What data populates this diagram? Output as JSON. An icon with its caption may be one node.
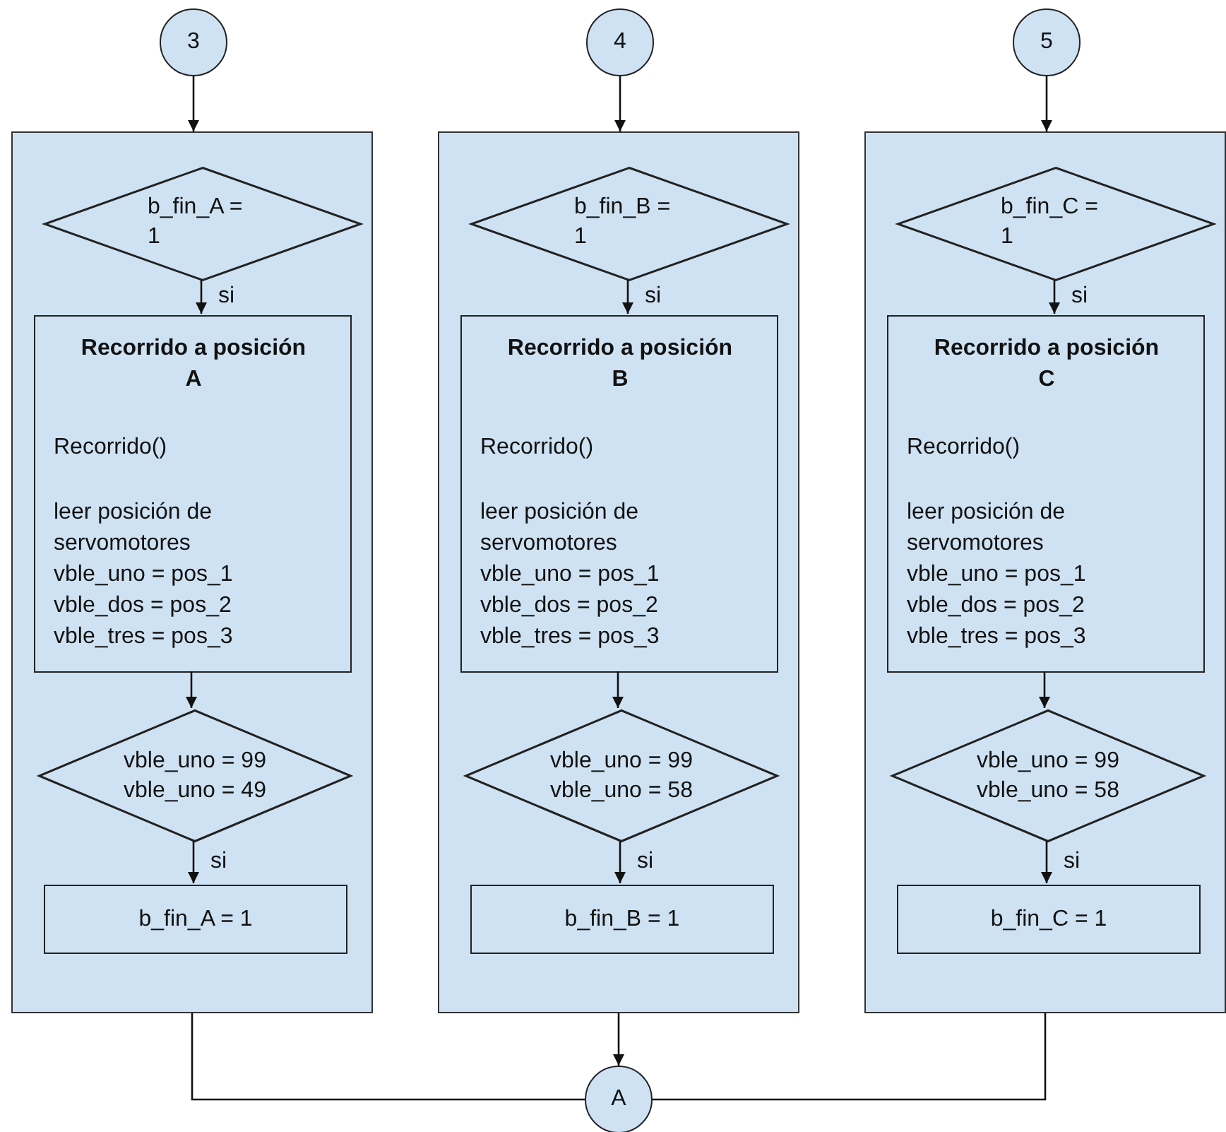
{
  "diagram": {
    "nodes": [
      {
        "text": [
          "3"
        ]
      },
      {
        "text": [],
        "shape": "box"
      },
      {
        "text": [
          "b_fin_A = 1"
        ],
        "in": 1
      },
      {
        "text": [
          "Recorrido a posición A",
          "Recorrido()",
          "leer posición de servomotores",
          "vble_uno = pos_1",
          "vble_dos = pos_2",
          "vble_tres = pos_3"
        ],
        "in": 1
      },
      {
        "text": [
          "vble_uno = 99",
          "vble_uno = 49"
        ],
        "in": 1
      },
      {
        "text": [
          "b_fin_A = 1"
        ],
        "in": 1
      },
      {
        "text": [
          "4"
        ]
      },
      {
        "text": [],
        "shape": "box"
      },
      {
        "text": [
          "b_fin_B = 1"
        ],
        "in": 7
      },
      {
        "text": [
          "Recorrido a posición B",
          "Recorrido()",
          "leer posición de servomotores",
          "vble_uno = pos_1",
          "vble_dos = pos_2",
          "vble_tres = pos_3"
        ],
        "in": 7
      },
      {
        "text": [
          "vble_uno = 99",
          "vble_uno = 58"
        ],
        "in": 7
      },
      {
        "text": [
          "b_fin_B = 1"
        ],
        "in": 7
      },
      {
        "text": [
          "5"
        ]
      },
      {
        "text": [],
        "shape": "box"
      },
      {
        "text": [
          "b_fin_C = 1"
        ],
        "in": 13
      },
      {
        "text": [
          "Recorrido a posición C",
          "Recorrido()",
          "leer posición de servomotores",
          "vble_uno = pos_1",
          "vble_dos = pos_2",
          "vble_tres = pos_3"
        ],
        "in": 13
      },
      {
        "text": [
          "vble_uno = 99",
          "vble_uno = 58"
        ],
        "in": 13
      },
      {
        "text": [
          "b_fin_C = 1"
        ],
        "in": 13
      },
      {
        "text": [
          "A"
        ]
      }
    ],
    "edges": [
      {
        "from": 0,
        "to": 1,
        "arrow": "to"
      },
      {
        "from": 2,
        "to": 3,
        "arrow": "to",
        "label": "si"
      },
      {
        "from": 3,
        "to": 4,
        "arrow": "to"
      },
      {
        "from": 4,
        "to": 5,
        "arrow": "to",
        "label": "si"
      },
      {
        "from": 6,
        "to": 7,
        "arrow": "to"
      },
      {
        "from": 8,
        "to": 9,
        "arrow": "to",
        "label": "si"
      },
      {
        "from": 9,
        "to": 10,
        "arrow": "to"
      },
      {
        "from": 10,
        "to": 11,
        "arrow": "to",
        "label": "si"
      },
      {
        "from": 12,
        "to": 13,
        "arrow": "to"
      },
      {
        "from": 14,
        "to": 15,
        "arrow": "to",
        "label": "si"
      },
      {
        "from": 15,
        "to": 16,
        "arrow": "to"
      },
      {
        "from": 16,
        "to": 17,
        "arrow": "to",
        "label": "si"
      },
      {
        "from": 1,
        "to": 18,
        "arrow": "none"
      },
      {
        "from": 7,
        "to": 18,
        "arrow": "to"
      },
      {
        "from": 13,
        "to": 18,
        "arrow": "none"
      }
    ]
  }
}
